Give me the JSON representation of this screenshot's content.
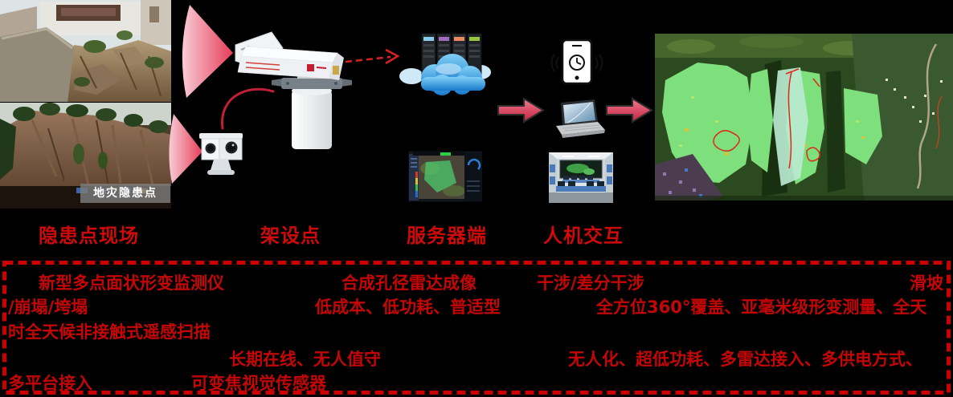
{
  "stages": {
    "site_label": "隐患点现场",
    "install_label": "架设点",
    "server_label": "服务器端",
    "hmi_label": "人机交互"
  },
  "site_photo": {
    "caption": "地灾隐患点"
  },
  "features_box": {
    "fragments": {
      "l1a": "新型多点面状形变监测仪",
      "l1b": "合成孔径雷达成像",
      "l1c": "干涉/差分干涉",
      "l1d": "滑坡",
      "l2a": "/崩塌/垮塌",
      "l2b": "低成本、低功耗、普适型",
      "l2c": "全方位360°覆盖、亚毫米级形变测量、全天",
      "l3a": "时全天候非接触式遥感扫描",
      "l4a": "长期在线、无人值守",
      "l4b": "无人化、超低功耗、多雷达接入、多供电方式、",
      "l5a": "多平台接入",
      "l5b": "可变焦视觉传感器"
    }
  },
  "icons": {
    "scan_beam": "red-fan-beam-icon",
    "radar_device": "sar-radar-device-icon",
    "ptz_camera": "ptz-camera-icon",
    "cloud_server": "cloud-server-icon",
    "monitor_ui": "monitoring-software-screenshot",
    "phone": "phone-alarm-icon",
    "laptop": "laptop-icon",
    "control_room": "control-room-photo",
    "flow_arrow": "block-arrow-right-icon",
    "dashed_link": "dashed-arrow-icon",
    "result_map": "deformation-terrain-map"
  },
  "colors": {
    "accent_red": "#c40606",
    "border_red": "#cc0000",
    "arrow_pink": "#e8506a",
    "cloud_blue": "#2b92dd",
    "deformation_green": "#7ee07c"
  }
}
